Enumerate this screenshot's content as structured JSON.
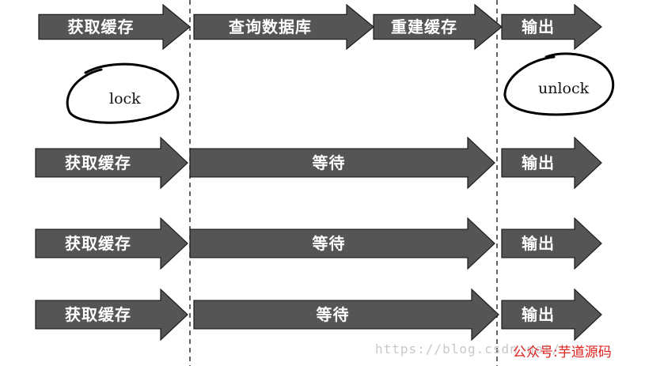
{
  "rows": [
    {
      "label": "row-1",
      "arrows": [
        "获取缓存",
        "查询数据库",
        "重建缓存",
        "输出"
      ]
    },
    {
      "label": "row-2",
      "arrows": [
        "获取缓存",
        "等待",
        "输出"
      ]
    },
    {
      "label": "row-3",
      "arrows": [
        "获取缓存",
        "等待",
        "输出"
      ]
    },
    {
      "label": "row-4",
      "arrows": [
        "获取缓存",
        "等待",
        "输出"
      ]
    }
  ],
  "annotations": {
    "lock": "lock",
    "unlock": "unlock"
  },
  "watermark": {
    "url": "https://blog.csdn.net/",
    "account": "公众号:芋道源码"
  },
  "colors": {
    "arrow_fill": "#555555",
    "arrow_text": "#ffffff",
    "watermark_account": "#e0201c"
  }
}
